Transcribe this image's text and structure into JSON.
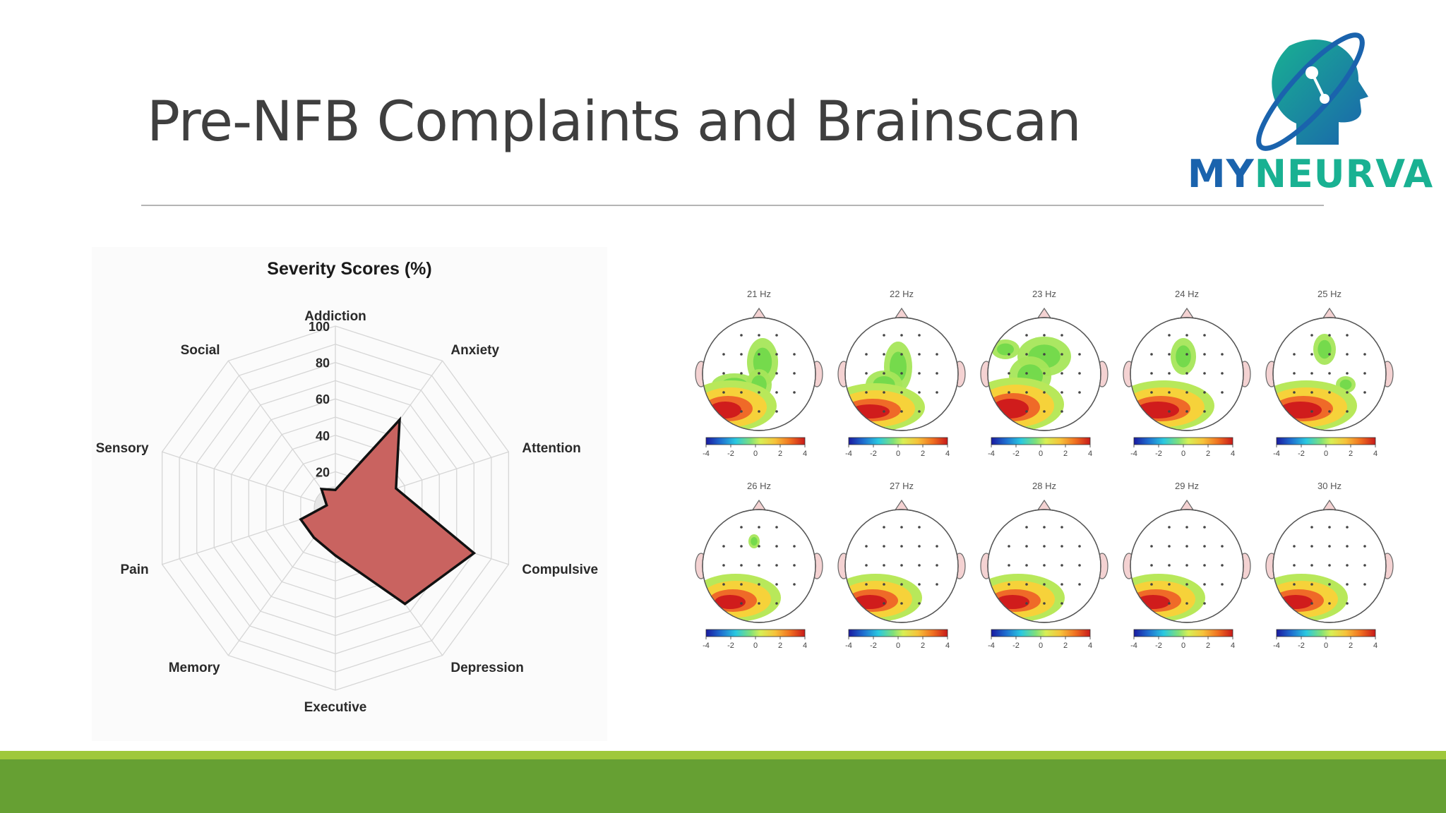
{
  "slide": {
    "title": "Pre-NFB Complaints and Brainscan"
  },
  "logo": {
    "text_part1": "MY",
    "text_part2": "NEURVA",
    "icon": "head-with-orbit-icon",
    "colors": {
      "blue": "#1a63ad",
      "teal": "#19b192"
    }
  },
  "chart_data": {
    "type": "radar",
    "title": "Severity Scores (%)",
    "categories": [
      "Addiction",
      "Anxiety",
      "Attention",
      "Compulsive",
      "Depression",
      "Executive",
      "Memory",
      "Pain",
      "Sensory",
      "Social"
    ],
    "values": [
      10,
      60,
      35,
      80,
      65,
      26,
      20,
      20,
      5,
      13
    ],
    "rlim": [
      0,
      100
    ],
    "tick_labels": [
      "20",
      "40",
      "60",
      "80",
      "100"
    ],
    "fill_color": "#c96360",
    "grid": true
  },
  "brainscan": {
    "frequencies": [
      "21 Hz",
      "22 Hz",
      "23 Hz",
      "24 Hz",
      "25 Hz",
      "26 Hz",
      "27 Hz",
      "28 Hz",
      "29 Hz",
      "30 Hz"
    ],
    "colorbar_ticks": [
      "-4",
      "-2",
      "0",
      "2",
      "4"
    ]
  },
  "footer": {
    "colors": {
      "light": "#9fc83c",
      "dark": "#66a033"
    }
  }
}
